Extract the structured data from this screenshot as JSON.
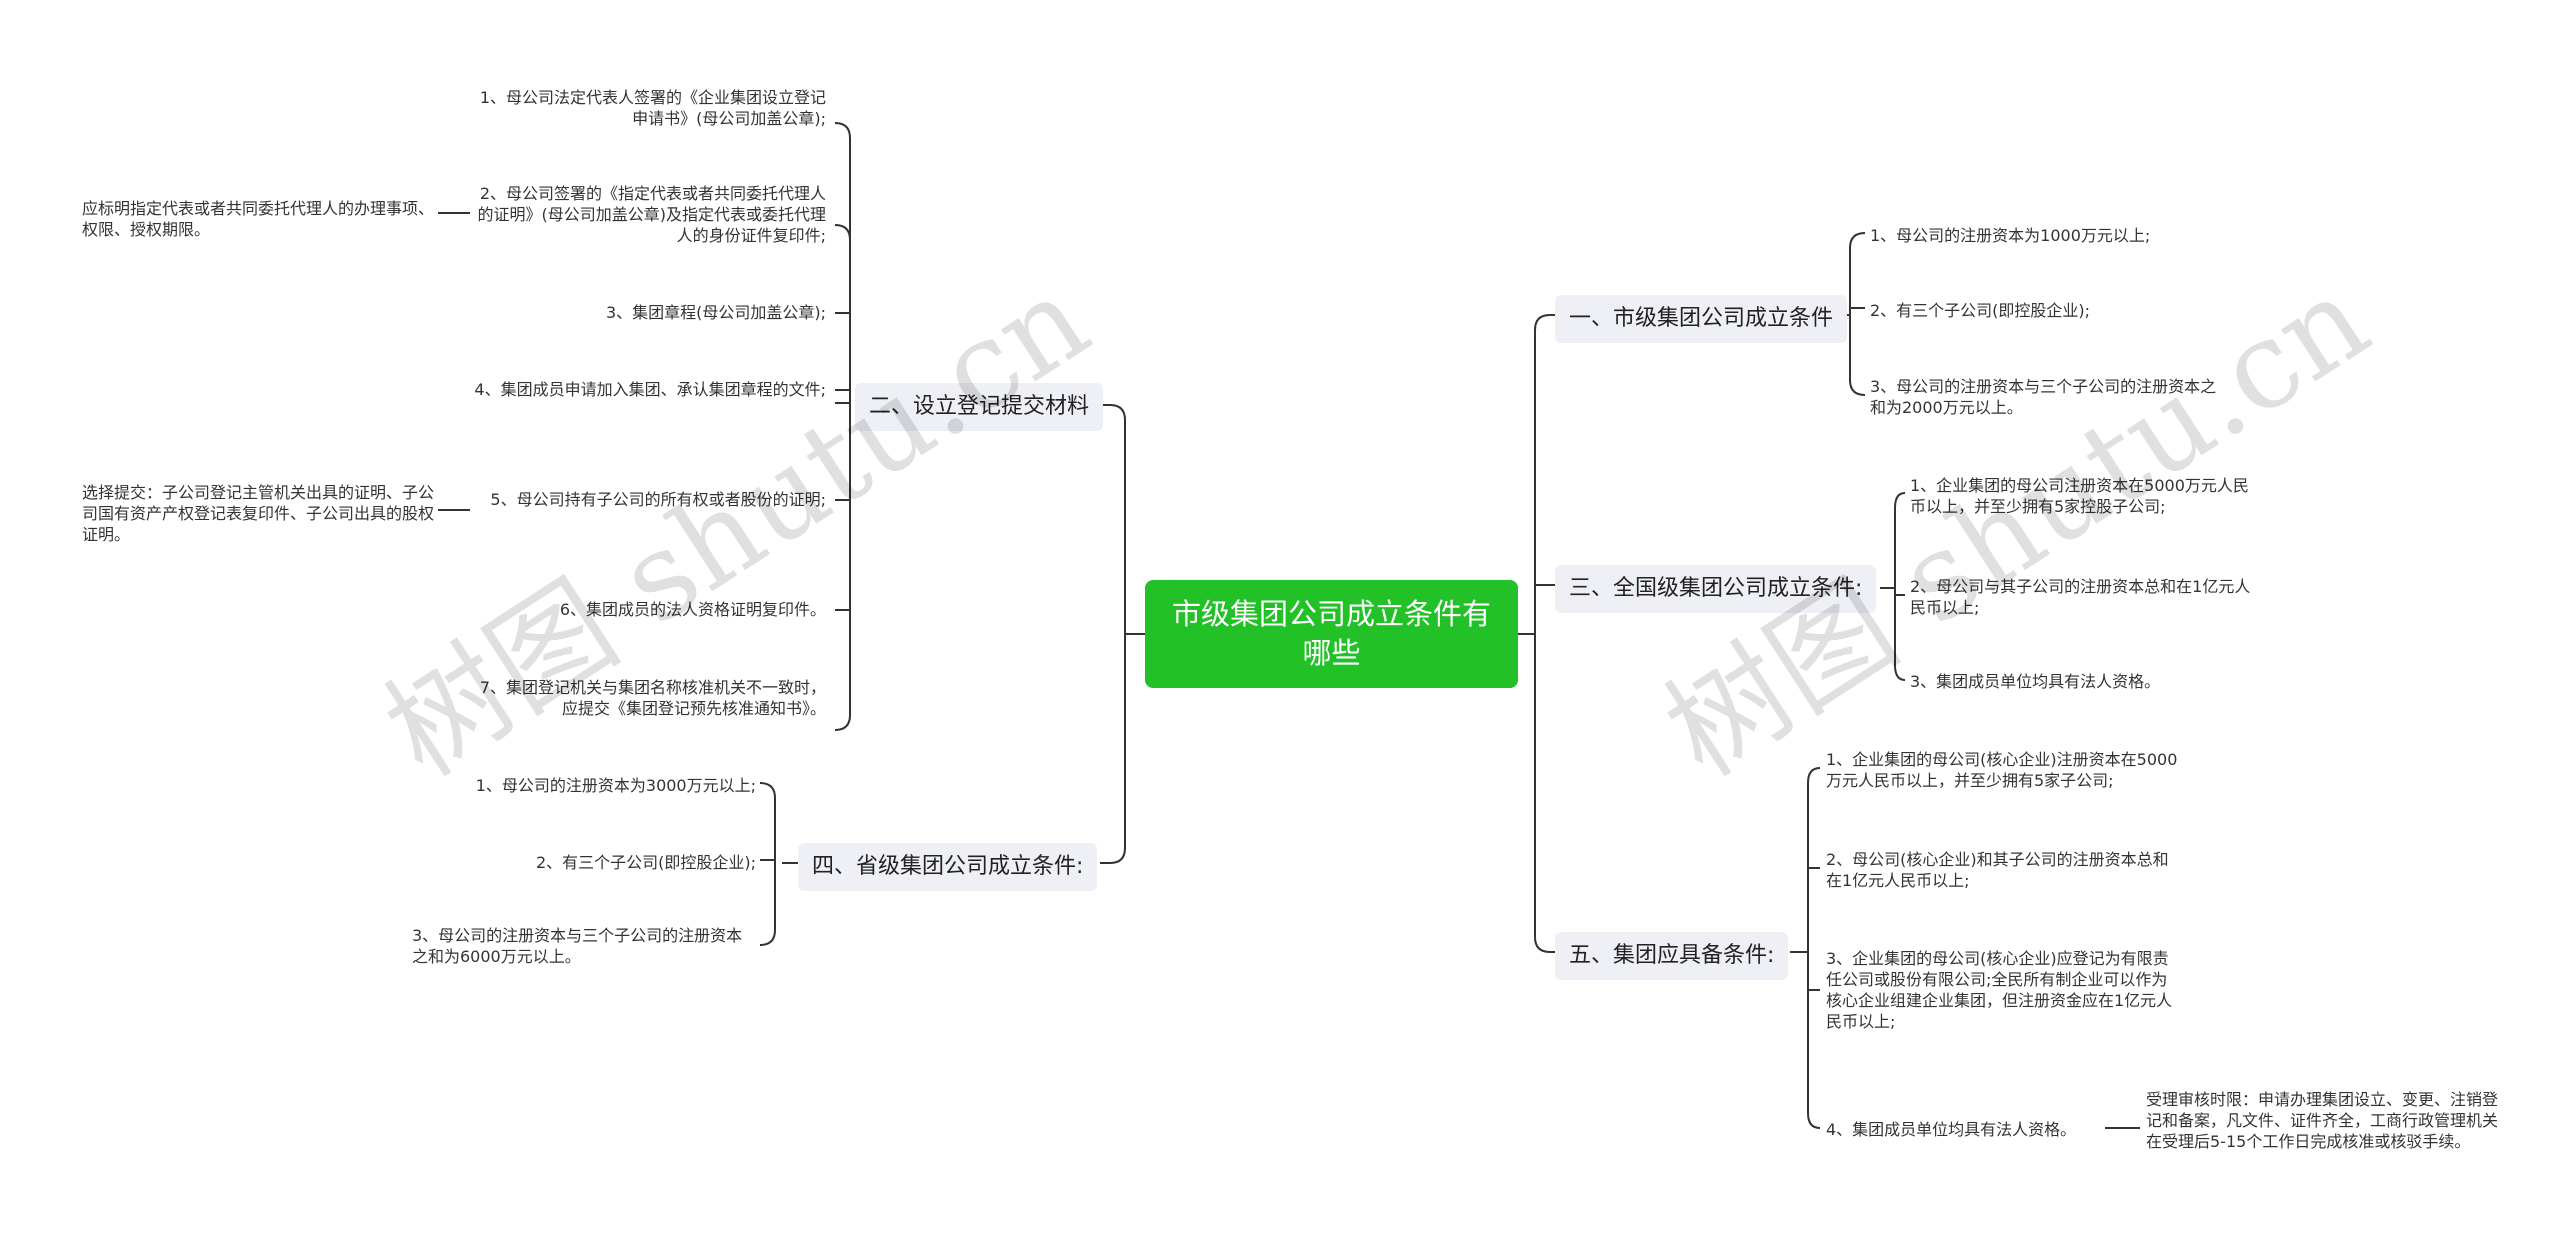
{
  "root": {
    "title": "市级集团公司成立条件有哪些"
  },
  "left_branches": {
    "b2": {
      "label": "二、设立登记提交材料",
      "items": [
        "1、母公司法定代表人签署的《企业集团设立登记申请书》(母公司加盖公章);",
        "2、母公司签署的《指定代表或者共同委托代理人的证明》(母公司加盖公章)及指定代表或委托代理人的身份证件复印件;",
        "3、集团章程(母公司加盖公章);",
        "4、集团成员申请加入集团、承认集团章程的文件;",
        "5、母公司持有子公司的所有权或者股份的证明;",
        "6、集团成员的法人资格证明复印件。",
        "7、集团登记机关与集团名称核准机关不一致时，应提交《集团登记预先核准通知书》。"
      ],
      "notes": {
        "item2": "应标明指定代表或者共同委托代理人的办理事项、权限、授权期限。",
        "item5": "选择提交：子公司登记主管机关出具的证明、子公司国有资产产权登记表复印件、子公司出具的股权证明。"
      }
    },
    "b4": {
      "label": "四、省级集团公司成立条件:",
      "items": [
        "1、母公司的注册资本为3000万元以上;",
        "2、有三个子公司(即控股企业);",
        "3、母公司的注册资本与三个子公司的注册资本之和为6000万元以上。"
      ]
    }
  },
  "right_branches": {
    "b1": {
      "label": "一、市级集团公司成立条件",
      "items": [
        "1、母公司的注册资本为1000万元以上;",
        "2、有三个子公司(即控股企业);",
        "3、母公司的注册资本与三个子公司的注册资本之和为2000万元以上。"
      ]
    },
    "b3": {
      "label": "三、全国级集团公司成立条件:",
      "items": [
        "1、企业集团的母公司注册资本在5000万元人民币以上，并至少拥有5家控股子公司;",
        "2、母公司与其子公司的注册资本总和在1亿元人民币以上;",
        "3、集团成员单位均具有法人资格。"
      ]
    },
    "b5": {
      "label": "五、集团应具备条件:",
      "items": [
        "1、企业集团的母公司(核心企业)注册资本在5000万元人民币以上，并至少拥有5家子公司;",
        "2、母公司(核心企业)和其子公司的注册资本总和在1亿元人民币以上;",
        "3、企业集团的母公司(核心企业)应登记为有限责任公司或股份有限公司;全民所有制企业可以作为核心企业组建企业集团，但注册资金应在1亿元人民币以上;",
        "4、集团成员单位均具有法人资格。"
      ],
      "notes": {
        "item4": "受理审核时限：申请办理集团设立、变更、注销登记和备案，凡文件、证件齐全，工商行政管理机关在受理后5-15个工作日完成核准或核驳手续。"
      }
    }
  },
  "watermarks": [
    "树图 shutu.cn",
    "树图 shutu.cn"
  ],
  "colors": {
    "root_bg": "#21c127",
    "branch_bg": "#eef0f5",
    "line": "#333333"
  }
}
